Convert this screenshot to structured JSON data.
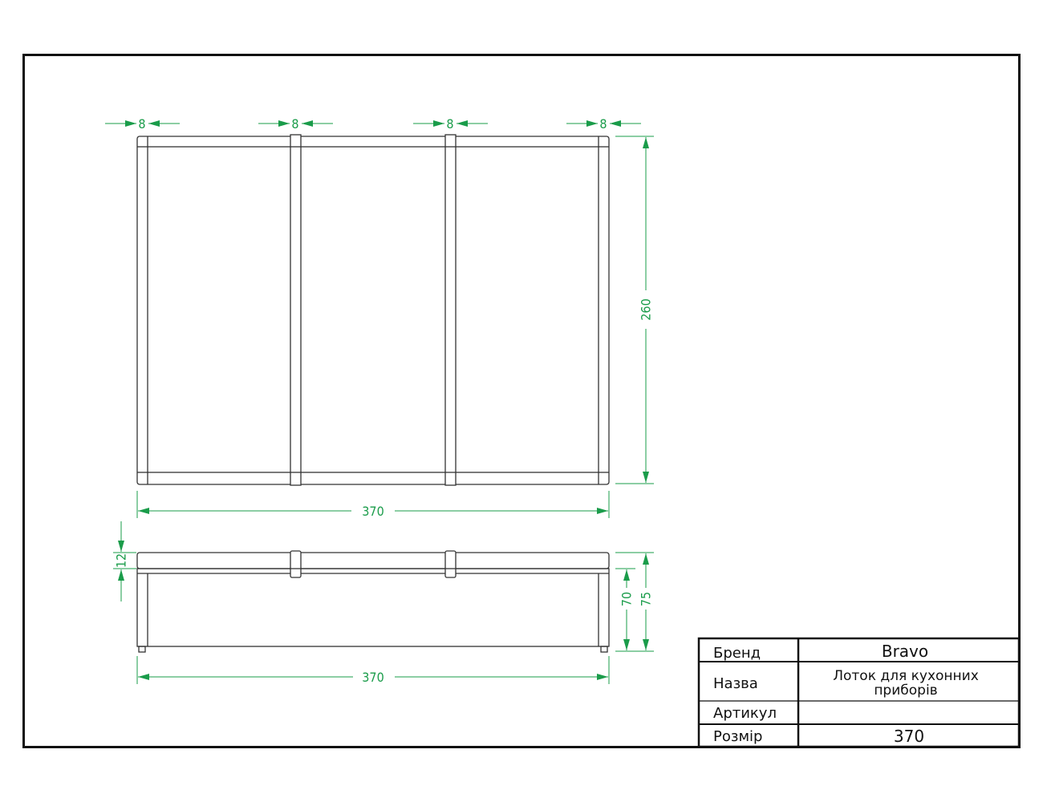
{
  "colors": {
    "frame": "#111111",
    "dimension": "#1a9c4a",
    "part_line": "#333333",
    "background": "#ffffff"
  },
  "dimensions": {
    "top_gap_1": "8",
    "top_gap_2": "8",
    "top_gap_3": "8",
    "top_gap_4": "8",
    "top_height": "260",
    "top_width": "370",
    "side_lip": "12",
    "side_inner_height": "70",
    "side_total_height": "75",
    "side_width": "370"
  },
  "title_block": {
    "brand_label": "Бренд",
    "brand_value": "Bravo",
    "name_label": "Назва",
    "name_value_line1": "Лоток для кухонних",
    "name_value_line2": "приборів",
    "article_label": "Артикул",
    "article_value": "",
    "size_label": "Розмір",
    "size_value": "370"
  }
}
